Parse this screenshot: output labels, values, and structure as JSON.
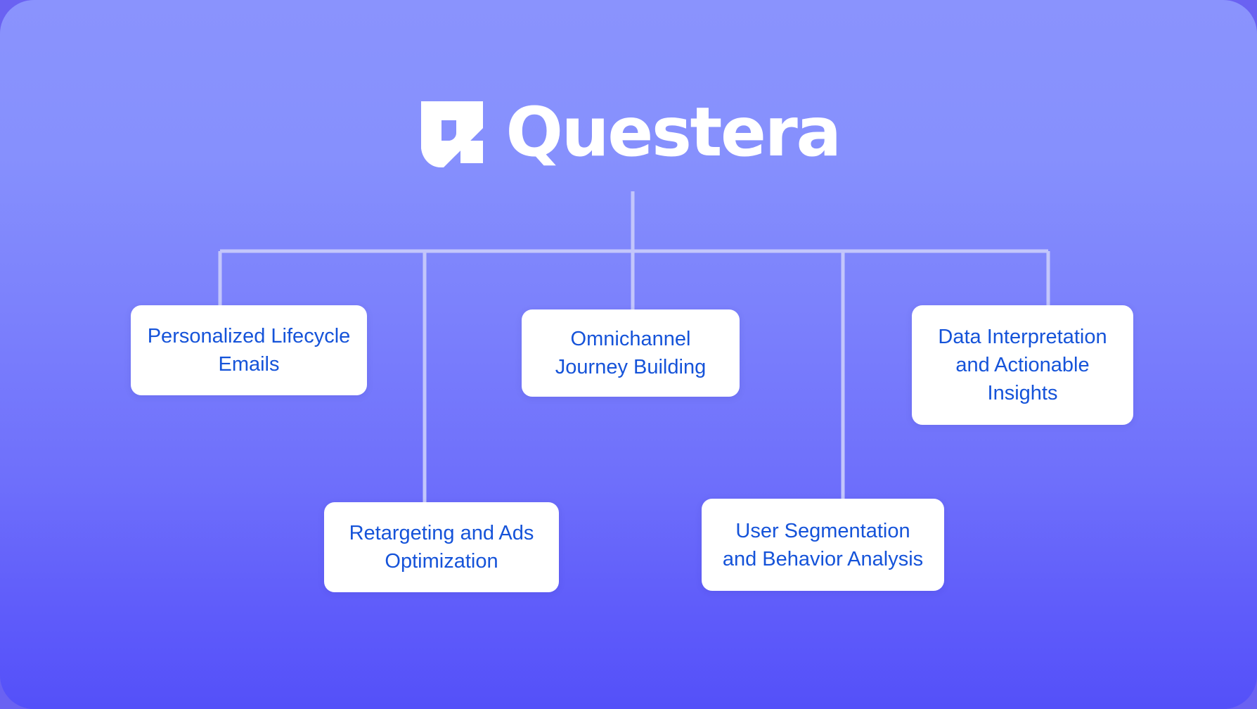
{
  "brand": {
    "name": "Questera",
    "logo_icon": "questera-shield-mark",
    "logo_color": "#ffffff"
  },
  "theme": {
    "background_top": "#8a93fd",
    "background_bottom": "#5450f9",
    "page_background": "#6a62f2",
    "card_background": "#ffffff",
    "card_text_color": "#1553d9",
    "connector_color": "#c3c6fb"
  },
  "diagram": {
    "type": "hierarchy-tree",
    "root": "Questera",
    "nodes": [
      {
        "id": "emails",
        "label": "Personalized Lifecycle\nEmails"
      },
      {
        "id": "retargeting",
        "label": "Retargeting and Ads\nOptimization"
      },
      {
        "id": "omnichannel",
        "label": "Omnichannel\nJourney Building"
      },
      {
        "id": "segmentation",
        "label": "User Segmentation\nand Behavior Analysis"
      },
      {
        "id": "insights",
        "label": "Data Interpretation\nand Actionable\nInsights"
      }
    ]
  }
}
